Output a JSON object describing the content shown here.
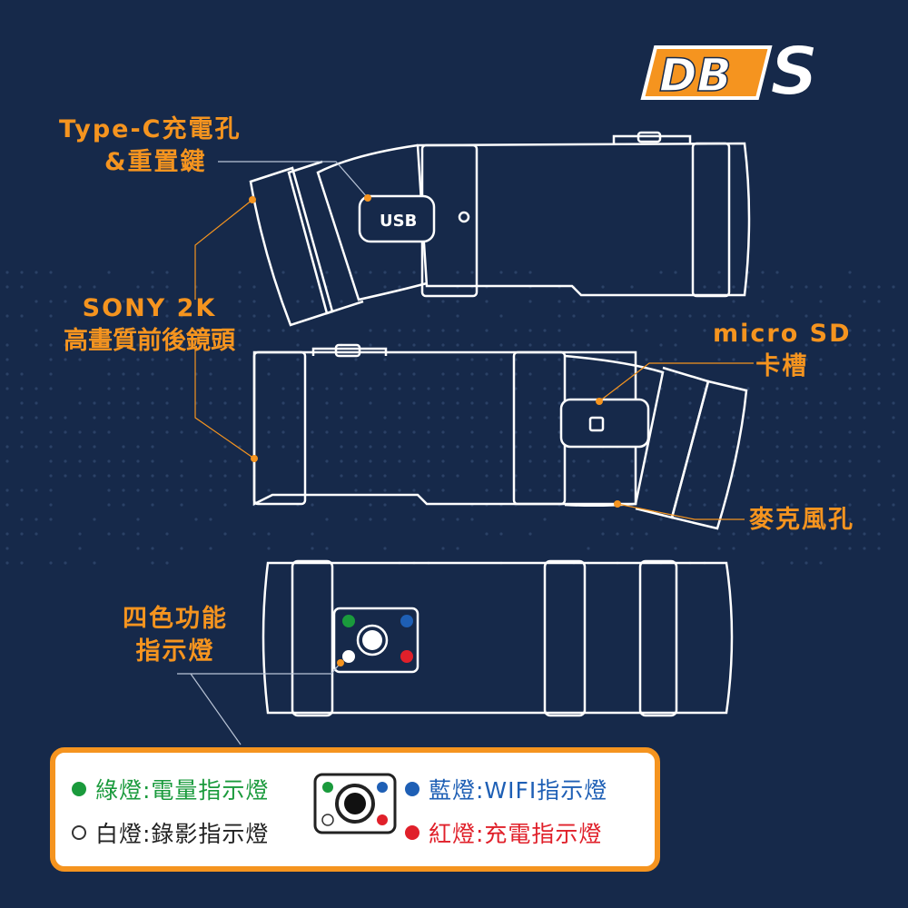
{
  "brand": {
    "logo_letters": "DB",
    "logo_model": "S"
  },
  "callouts": {
    "typec_line1": "Type-C充電孔",
    "typec_line2": "&重置鍵",
    "usb_label": "USB",
    "lens_line1": "SONY 2K",
    "lens_line2": "高畫質前後鏡頭",
    "sd_line1": "micro SD",
    "sd_line2": "卡槽",
    "mic": "麥克風孔",
    "led_line1": "四色功能",
    "led_line2": "指示燈"
  },
  "legend": {
    "green": "綠燈:電量指示燈",
    "white": "白燈:錄影指示燈",
    "blue": "藍燈:WIFI指示燈",
    "red": "紅燈:充電指示燈"
  },
  "colors": {
    "background": "#16294a",
    "accent": "#f5941f",
    "outline": "#ffffff",
    "green": "#1a9a3c",
    "blue": "#1e5fb5",
    "red": "#e0202a"
  }
}
